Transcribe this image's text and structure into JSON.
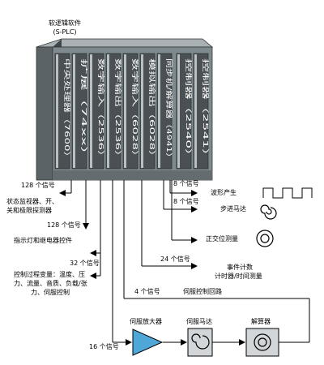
{
  "title_line1": "软逻辑软件",
  "title_line2": "(S-PLC)",
  "modules": [
    "中央处理器（7600）",
    "扩展（74xx）",
    "数字输入（2536）",
    "数字输出（2536）",
    "数字输入（6028）",
    "模拟输出（6028）",
    "同步机/解算器（4941）",
    "控制器（2540）",
    "控制器（2541）"
  ],
  "labels": {
    "sig128a": "128 个信号",
    "status_monitor": "状态监视器、开、",
    "status_monitor2": "关和极限探测器",
    "sig128b": "128 个信号",
    "indicators": "指示灯和继电器控件",
    "sig32": "32 个信号",
    "process1": "控制过程变量：温度、压",
    "process2": "力、流量、音质、负载/张",
    "process3": "力、伺服控制",
    "sig8a": "8 个信号",
    "sig8b": "8 个信号",
    "waveform": "波形产生",
    "stepper": "步进马达",
    "orthogonal": "正交位测量",
    "sig24": "24 个信号",
    "event_count": "事件计数",
    "timer": "计时器/时间测量",
    "sig4": "4 个信号",
    "servo_loop": "伺服控制回路",
    "servo_amp": "伺服放大器",
    "servo_motor": "伺服马达",
    "resolver": "解算器",
    "sig16": "16 个信号"
  },
  "colors": {
    "chassis": "#7e8a8e",
    "chassis_dark": "#4a5054",
    "module": "#b9c0c2",
    "amp_fill": "#4fa7d8"
  }
}
